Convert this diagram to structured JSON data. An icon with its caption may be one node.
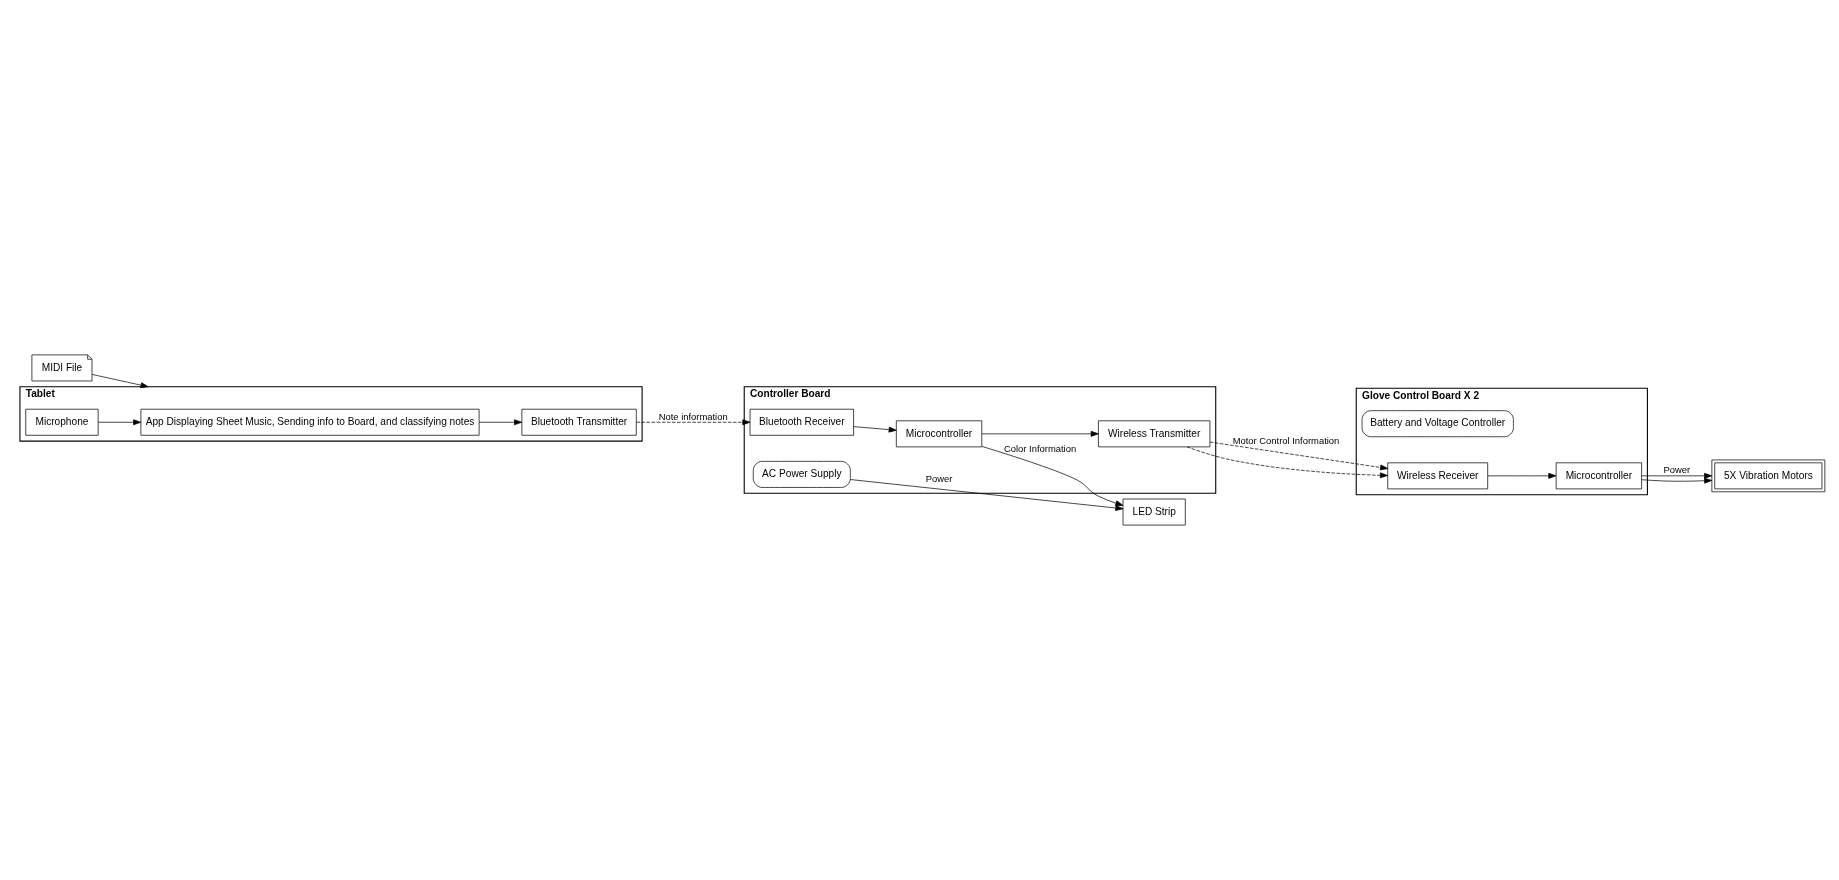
{
  "diagram": {
    "nodes": [
      {
        "text": [
          "MIDI File"
        ]
      },
      {
        "text": [
          "Tablet"
        ]
      },
      {
        "text": [
          "App Displaying Sheet Music, Sending info to Board, and classifying notes"
        ],
        "in": 1
      },
      {
        "text": [
          "Microphone"
        ],
        "in": 1
      },
      {
        "text": [
          "Bluetooth Transmitter"
        ],
        "in": 1
      },
      {
        "text": [
          "Controller Board"
        ]
      },
      {
        "text": [
          "Bluetooth Receiver"
        ],
        "in": 5
      },
      {
        "text": [
          "AC Power Supply"
        ],
        "in": 5
      },
      {
        "text": [
          "Wireless Transmitter"
        ],
        "in": 5
      },
      {
        "text": [
          "Microcontroller"
        ],
        "in": 5
      },
      {
        "text": [
          "LED Strip"
        ]
      },
      {
        "text": [
          "Glove Control Board X 2"
        ]
      },
      {
        "text": [
          "Battery and Voltage Controller"
        ],
        "in": 11
      },
      {
        "text": [
          "Wireless Receiver"
        ],
        "in": 11
      },
      {
        "text": [
          "Microcontroller"
        ],
        "in": 11
      },
      {
        "text": [
          "5X Vibration Motors"
        ]
      }
    ],
    "edges": [
      {
        "from": 0,
        "to": 1,
        "arrow": "to"
      },
      {
        "from": 3,
        "to": 2,
        "arrow": "to"
      },
      {
        "from": 2,
        "to": 4,
        "arrow": "to"
      },
      {
        "from": 4,
        "to": 6,
        "arrow": "to",
        "label": "Note information",
        "style": "dashed"
      },
      {
        "from": 6,
        "to": 9,
        "arrow": "to"
      },
      {
        "from": 7,
        "to": 10,
        "arrow": "to",
        "label": "Power"
      },
      {
        "from": 9,
        "to": 8,
        "arrow": "to"
      },
      {
        "from": 9,
        "to": 10,
        "arrow": "to",
        "label": "Color Information"
      },
      {
        "from": 8,
        "to": 13,
        "arrow": "to",
        "label": "Motor Control Information",
        "style": "dashed"
      },
      {
        "from": 8,
        "to": 13,
        "arrow": "to",
        "style": "dashed"
      },
      {
        "from": 13,
        "to": 14,
        "arrow": "to"
      },
      {
        "from": 14,
        "to": 15,
        "arrow": "to",
        "label": "Power"
      },
      {
        "from": 14,
        "to": 15,
        "arrow": "to"
      }
    ]
  }
}
